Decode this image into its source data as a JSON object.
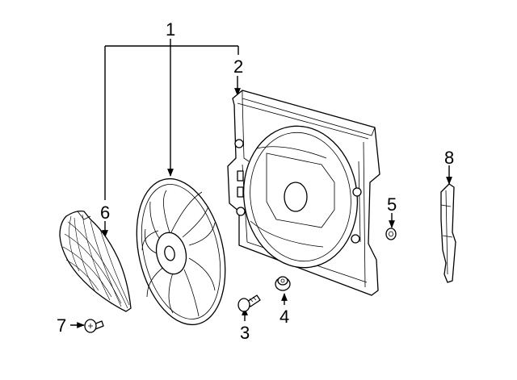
{
  "callouts": {
    "c1": "1",
    "c2": "2",
    "c3": "3",
    "c4": "4",
    "c5": "5",
    "c6": "6",
    "c7": "7",
    "c8": "8"
  },
  "parts": {
    "p1": "fan-assembly",
    "p2": "fan-shroud",
    "p3": "bolt",
    "p4": "grommet",
    "p5": "nut",
    "p6": "fan-guard",
    "p7": "screw",
    "p8": "bracket"
  }
}
